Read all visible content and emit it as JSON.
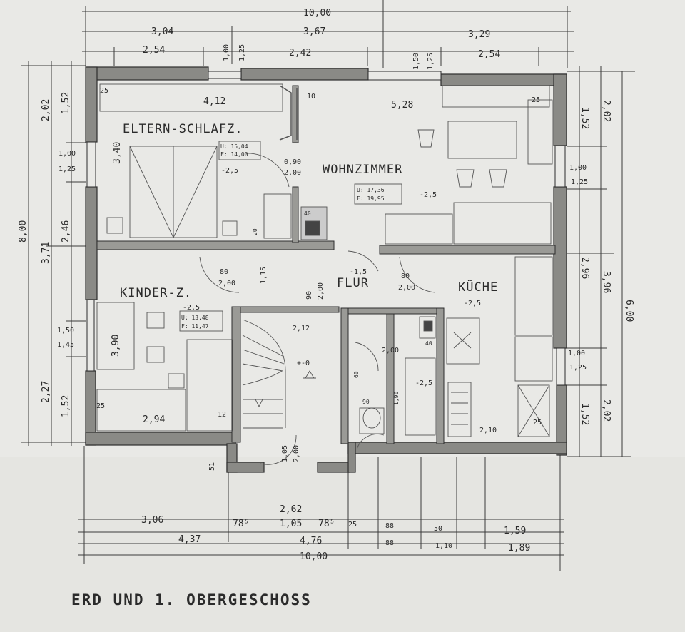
{
  "title": "ERD UND 1. OBERGESCHOSS",
  "rooms": {
    "eltern": {
      "name": "ELTERN-SCHLAFZ.",
      "u": "U: 15,04",
      "f": "F: 14,00",
      "level": "-2,5"
    },
    "wohn": {
      "name": "WOHNZIMMER",
      "u": "U: 17,36",
      "f": "F: 19,95",
      "level": "-2,5"
    },
    "kinder": {
      "name": "KINDER-Z.",
      "level": "-2,5",
      "u": "U: 13,48",
      "f": "F: 11,47"
    },
    "flur": {
      "name": "FLUR",
      "level": "-1,5"
    },
    "kueche": {
      "name": "KÜCHE",
      "level": "-2,5"
    },
    "bad": {
      "level": "-2,5"
    },
    "entry": {
      "level": "+-0"
    }
  },
  "dims_top": {
    "total": "10,00",
    "row2": [
      "3,04",
      "3,67",
      "3,29"
    ],
    "row3": [
      "2,54",
      "2,42",
      "2,54"
    ],
    "window_a": [
      "1,00",
      "1,25"
    ],
    "window_b": [
      "1,50",
      "1,25"
    ]
  },
  "dims_left": {
    "total": "8,00",
    "a": "3,71",
    "b": "2,46",
    "c": "2,27",
    "d": "1,52",
    "w1": [
      "1,00",
      "1,25"
    ],
    "w2": [
      "1,50",
      "1,45"
    ],
    "top": [
      "2,02",
      "1,52"
    ]
  },
  "dims_right": {
    "total": "6,00",
    "a": "3,96",
    "b": "2,96",
    "c": "1,52",
    "d": "2,02",
    "top": [
      "1,52",
      "2,02"
    ],
    "w1": [
      "1,00",
      "1,25"
    ],
    "w2": [
      "1,00",
      "1,25"
    ]
  },
  "dims_bottom": {
    "row1": [
      "3,06",
      "78⁵",
      "1,05",
      "78⁵",
      "25",
      "88",
      "50",
      "1,59"
    ],
    "row1_top": "2,62",
    "row2": [
      "4,37",
      "4,76",
      "88",
      "1,10",
      "1,89"
    ],
    "total": "10,00"
  },
  "interior": {
    "eltern_w": "4,12",
    "eltern_h": "3,40",
    "wohn_w": "5,28",
    "kinder_w": "2,94",
    "kinder_h": "3,90",
    "door_a": [
      "0,90",
      "2,00"
    ],
    "door_b": [
      "80",
      "2,00"
    ],
    "door_c": [
      "80",
      "2,00"
    ],
    "door_d": [
      "90",
      "2,00"
    ],
    "stair_w": "2,12",
    "stair_door": [
      "1,05",
      "2,00"
    ],
    "bath_w": "2,00",
    "kueche_w": "2,10",
    "misc": [
      "10",
      "25",
      "25",
      "25",
      "25",
      "12",
      "51",
      "1,15",
      "40",
      "40",
      "20",
      "1,90",
      "90",
      "60"
    ]
  }
}
